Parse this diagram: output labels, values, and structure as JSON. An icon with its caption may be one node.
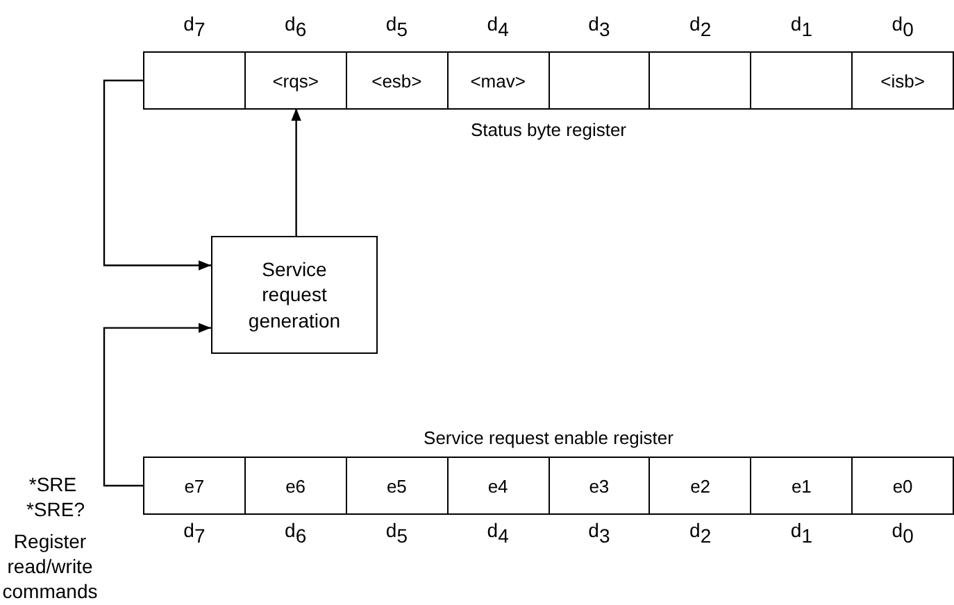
{
  "diagram": {
    "nodes": [
      {
        "text": [
          "Status byte register"
        ]
      },
      {
        "text": [],
        "shape": "box",
        "in": 0,
        "beside": [
          "d$_{7}$"
        ]
      },
      {
        "text": [
          "<rqs>"
        ],
        "in": 0,
        "beside": [
          "d$_{6}$"
        ]
      },
      {
        "text": [
          "<esb>"
        ],
        "in": 0,
        "beside": [
          "d$_{5}$"
        ]
      },
      {
        "text": [
          "<mav>"
        ],
        "in": 0,
        "beside": [
          "d$_{4}$"
        ]
      },
      {
        "text": [],
        "shape": "box",
        "in": 0,
        "beside": [
          "d$_{3}$"
        ]
      },
      {
        "text": [],
        "shape": "box",
        "in": 0,
        "beside": [
          "d$_{2}$"
        ]
      },
      {
        "text": [],
        "shape": "box",
        "in": 0,
        "beside": [
          "d$_{1}$"
        ]
      },
      {
        "text": [
          "<isb>"
        ],
        "in": 0,
        "beside": [
          "d$_{0}$"
        ]
      },
      {
        "text": [
          "Service request generation"
        ]
      },
      {
        "text": [
          "Service request enable register"
        ]
      },
      {
        "text": [
          "e7"
        ],
        "in": 10,
        "beside": [
          "d$_{7}$"
        ]
      },
      {
        "text": [
          "e6"
        ],
        "in": 10,
        "beside": [
          "d$_{6}$"
        ]
      },
      {
        "text": [
          "e5"
        ],
        "in": 10,
        "beside": [
          "d$_{5}$"
        ]
      },
      {
        "text": [
          "e4"
        ],
        "in": 10,
        "beside": [
          "d$_{4}$"
        ]
      },
      {
        "text": [
          "e3"
        ],
        "in": 10,
        "beside": [
          "d$_{3}$"
        ]
      },
      {
        "text": [
          "e2"
        ],
        "in": 10,
        "beside": [
          "d$_{2}$"
        ]
      },
      {
        "text": [
          "e1"
        ],
        "in": 10,
        "beside": [
          "d$_{1}$"
        ]
      },
      {
        "text": [
          "e0"
        ],
        "in": 10,
        "beside": [
          "d$_{0}$"
        ]
      }
    ],
    "edges": [
      {
        "from": 0,
        "to": 9,
        "arrow": "to"
      },
      {
        "from": 9,
        "to": 2,
        "arrow": "to"
      },
      {
        "from": 10,
        "to": 9,
        "arrow": "to"
      }
    ],
    "labels": [
      "*SRE",
      "*SRE?",
      "Register read/write commands"
    ]
  }
}
